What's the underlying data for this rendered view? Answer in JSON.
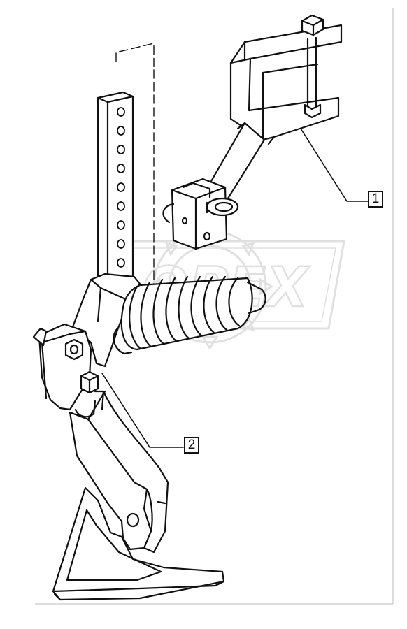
{
  "drawing": {
    "watermark": "OPEX",
    "callouts": [
      {
        "number": "1"
      },
      {
        "number": "2"
      }
    ]
  },
  "colors": {
    "line": "#111111",
    "watermark": "#c8c8c8",
    "background": "#ffffff"
  }
}
